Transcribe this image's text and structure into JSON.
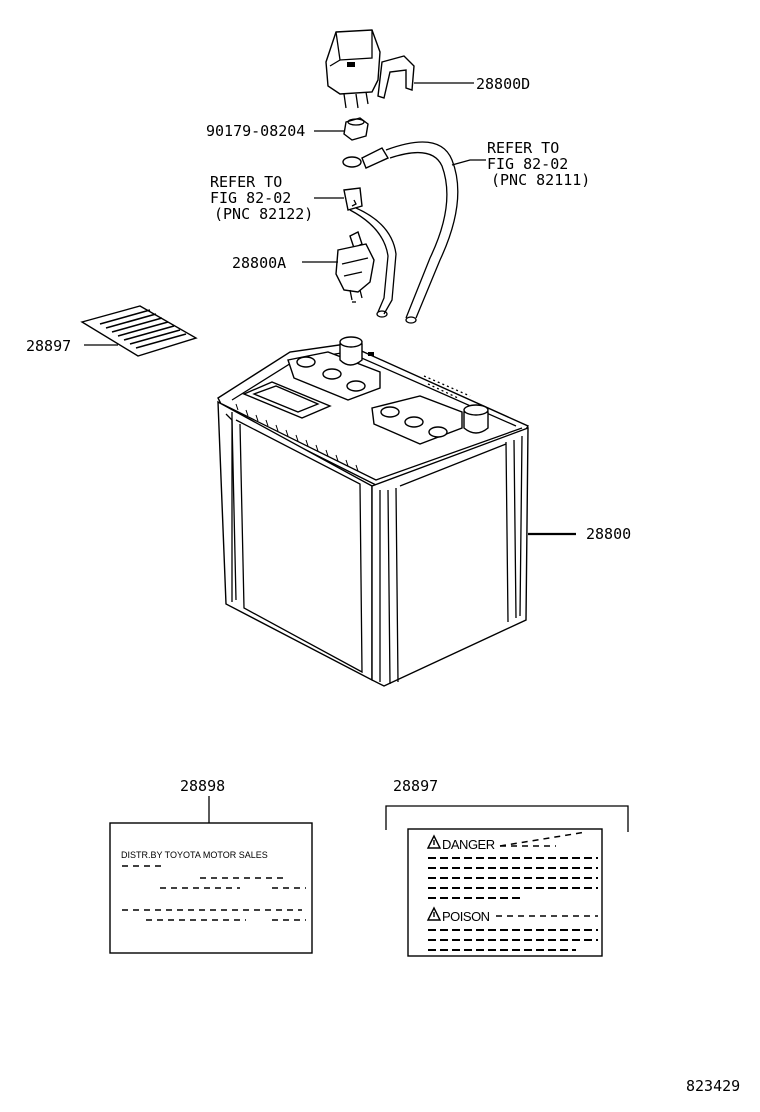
{
  "labels": {
    "cover": "28800D",
    "nut": "90179-08204",
    "refer_right_1": "REFER TO",
    "refer_right_2": "FIG 82-02",
    "refer_right_3": "(PNC 82111)",
    "refer_left_1": "REFER TO",
    "refer_left_2": "FIG 82-02",
    "refer_left_3": "(PNC 82122)",
    "clamp": "28800A",
    "label_small": "28897",
    "battery": "28800",
    "plate_left_title": "28898",
    "plate_right_title": "28897",
    "figure_number": "823429"
  },
  "plate_left": {
    "header": "DISTR.BY TOYOTA MOTOR SALES"
  },
  "plate_right": {
    "danger": "DANGER",
    "poison": "POISON"
  },
  "icons": [
    "warning-triangle-icon"
  ]
}
